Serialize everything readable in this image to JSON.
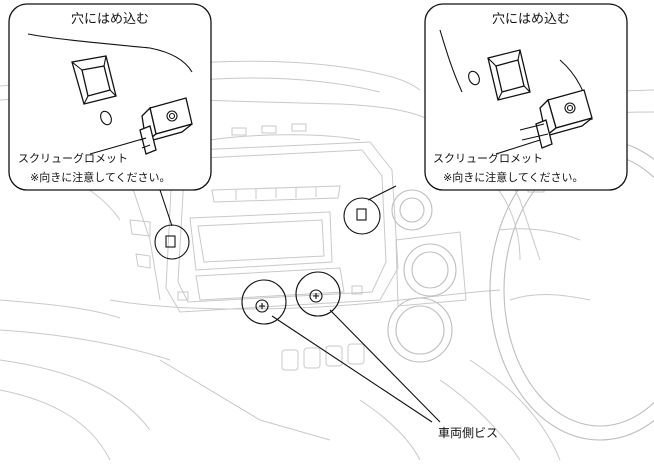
{
  "callouts": [
    {
      "title": "穴にはめ込む",
      "part_label": "スクリューグロメット",
      "note": "※向きに注意してください。"
    },
    {
      "title": "穴にはめ込む",
      "part_label": "スクリューグロメット",
      "note": "※向きに注意してください。"
    }
  ],
  "vehicle_screws_label": "車両側ビス",
  "colors": {
    "ink": "#111111",
    "line_art": "#c9c9c9",
    "background": "#ffffff"
  }
}
